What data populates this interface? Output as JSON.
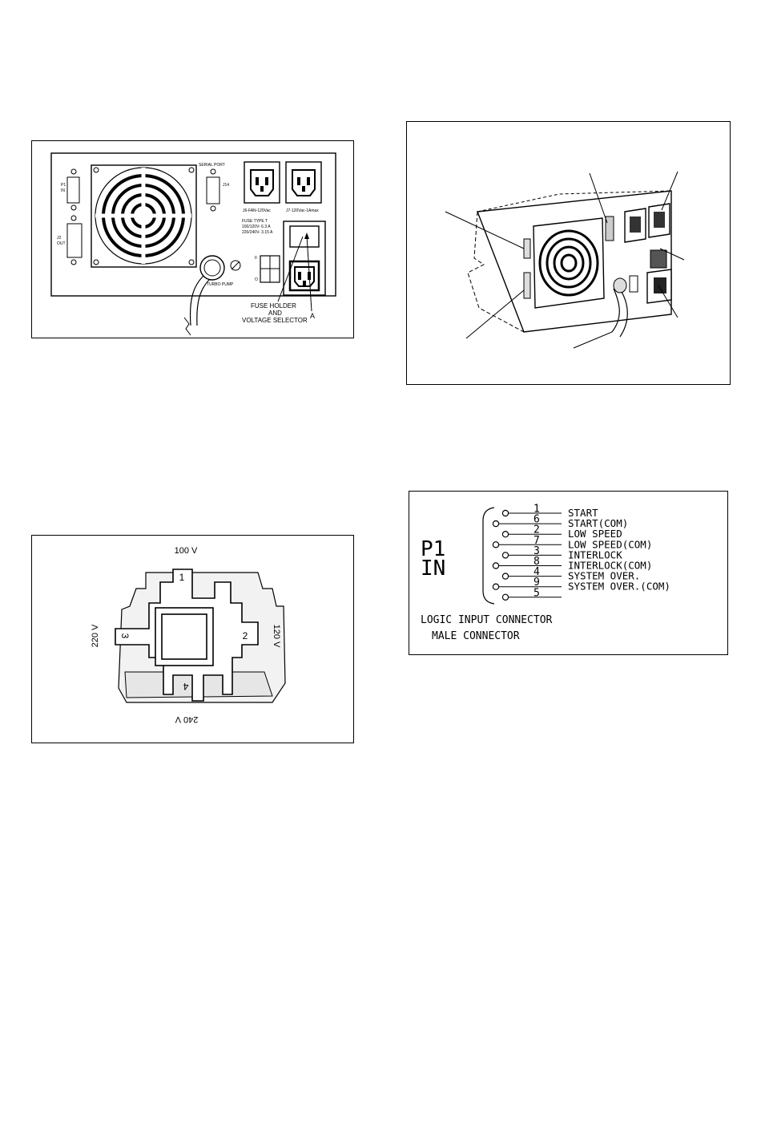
{
  "rear_panel": {
    "serial_port": "SERIAL PORT",
    "p1_label": "P1",
    "p1_sub": "IN",
    "j2_label": "J2",
    "j2_sub": "OUT",
    "j14_label": "J14",
    "j6_label": "J6-FAN-120Vac",
    "j7_label": "J7-120Vac-1Amax",
    "fuse_line1": "FUSE TYPE T",
    "fuse_line2": "100/120V- 6.3 A",
    "fuse_line3": "220/240V- 3.15 A",
    "turbo_pump": "TURBO PUMP",
    "callout_line1": "FUSE HOLDER",
    "callout_line2": "AND",
    "callout_line3": "VOLTAGE SELECTOR",
    "callout_a": "A"
  },
  "selector": {
    "top_voltage": "100 V",
    "left_voltage": "220 V",
    "right_voltage": "120 V",
    "bottom_voltage": "240 V",
    "tab_1": "1",
    "tab_2": "2",
    "tab_3": "3",
    "tab_4": "4"
  },
  "pinout": {
    "connector_name_1": "P1",
    "connector_name_2": "IN",
    "pins": [
      {
        "num": "1",
        "label": "START"
      },
      {
        "num": "6",
        "label": "START(COM)"
      },
      {
        "num": "2",
        "label": "LOW SPEED"
      },
      {
        "num": "7",
        "label": "LOW SPEED(COM)"
      },
      {
        "num": "3",
        "label": "INTERLOCK"
      },
      {
        "num": "8",
        "label": "INTERLOCK(COM)"
      },
      {
        "num": "4",
        "label": "SYSTEM OVER."
      },
      {
        "num": "9",
        "label": "SYSTEM OVER.(COM)"
      },
      {
        "num": "5",
        "label": ""
      }
    ],
    "caption_1": "LOGIC INPUT CONNECTOR",
    "caption_2": "MALE CONNECTOR"
  }
}
